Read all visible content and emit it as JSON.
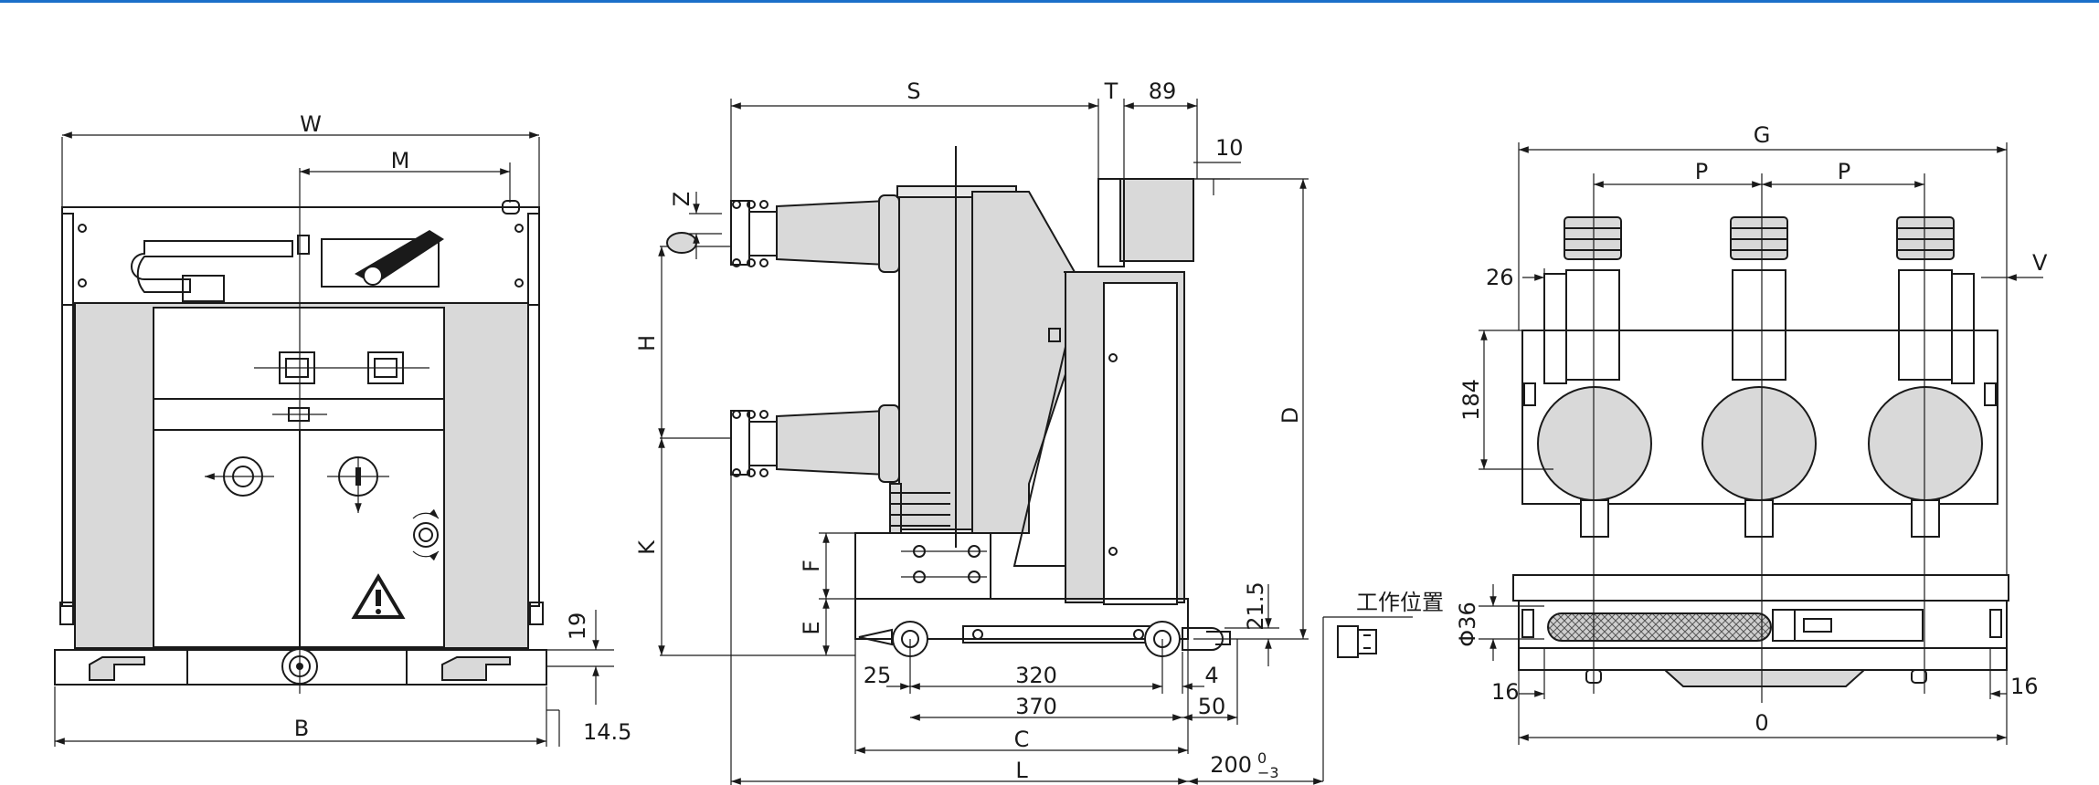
{
  "front_view": {
    "dims": {
      "width": "W",
      "offset": "M",
      "base": "B",
      "height_19": "19",
      "offset_14_5": "14.5"
    }
  },
  "side_view": {
    "dims": {
      "s": "S",
      "t": "T",
      "d89": "89",
      "d10": "10",
      "z": "Z",
      "h": "H",
      "k": "K",
      "f": "F",
      "e": "E",
      "d": "D",
      "d21_5": "21.5",
      "d25": "25",
      "d320": "320",
      "d4": "4",
      "d370": "370",
      "d50": "50",
      "c": "C",
      "l": "L",
      "d200": "200",
      "tol_upper": "0",
      "tol_lower": "−3"
    },
    "working_position_label": "工作位置"
  },
  "right_view": {
    "dims": {
      "g": "G",
      "p1": "P",
      "p2": "P",
      "v": "V",
      "d26": "26",
      "d184": "184",
      "phi36": "Φ36",
      "d16_left": "16",
      "d16_right": "16",
      "o": "0"
    }
  },
  "colors": {
    "top_rule": "#1b6fc9",
    "line": "#1a1a1a",
    "fill_gray": "#d9d9d9"
  }
}
